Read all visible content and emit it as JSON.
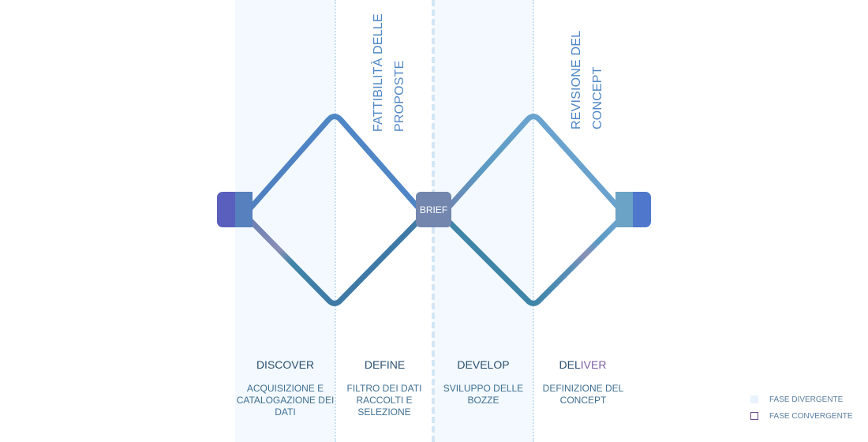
{
  "diagram": {
    "type": "double-diamond",
    "center_node": {
      "label": "BRIEF"
    },
    "start_node": {
      "label": ""
    },
    "end_node": {
      "label": ""
    },
    "annotations": [
      {
        "lines": [
          "FATTIBILITÀ DELLE",
          "PROPOSTE"
        ]
      },
      {
        "lines": [
          "REVISIONE DEL",
          "CONCEPT"
        ]
      }
    ],
    "phases": [
      {
        "title": "DISCOVER",
        "description": "ACQUISIZIONE E CATALOGAZIONE DEI DATI",
        "kind": "divergente"
      },
      {
        "title": "DEFINE",
        "description": "FILTRO DEI DATI RACCOLTI E SELEZIONE",
        "kind": "convergente"
      },
      {
        "title": "DEVELOP",
        "description": "SVILUPPO DELLE BOZZE",
        "kind": "divergente"
      },
      {
        "title_parts": [
          "DEL",
          "IVER"
        ],
        "title": "DELIVER",
        "description": "DEFINIZIONE DEL CONCEPT",
        "kind": "convergente"
      }
    ],
    "legend": [
      {
        "label": "FASE DIVERGENTE",
        "swatch": "fill"
      },
      {
        "label": "FASE CONVERGENTE",
        "swatch": "outline"
      }
    ],
    "colors": {
      "divergent_band": "#f3f9fe",
      "line_blue": "#4f86c6",
      "line_teal": "#3f85a8",
      "line_light": "#6aa3cf",
      "line_mauve": "#8a8fb6",
      "node_brief": "#7286ae",
      "start_left": "#5a5fbd",
      "start_right": "#4f7fbf",
      "end_left": "#6aa3c6",
      "end_right": "#4f78cc",
      "text_title": "#2a4f6e",
      "text_desc": "#3f6f92",
      "accent_purple": "#7b5ea7",
      "legend_outline": "#6a4a8a"
    }
  }
}
